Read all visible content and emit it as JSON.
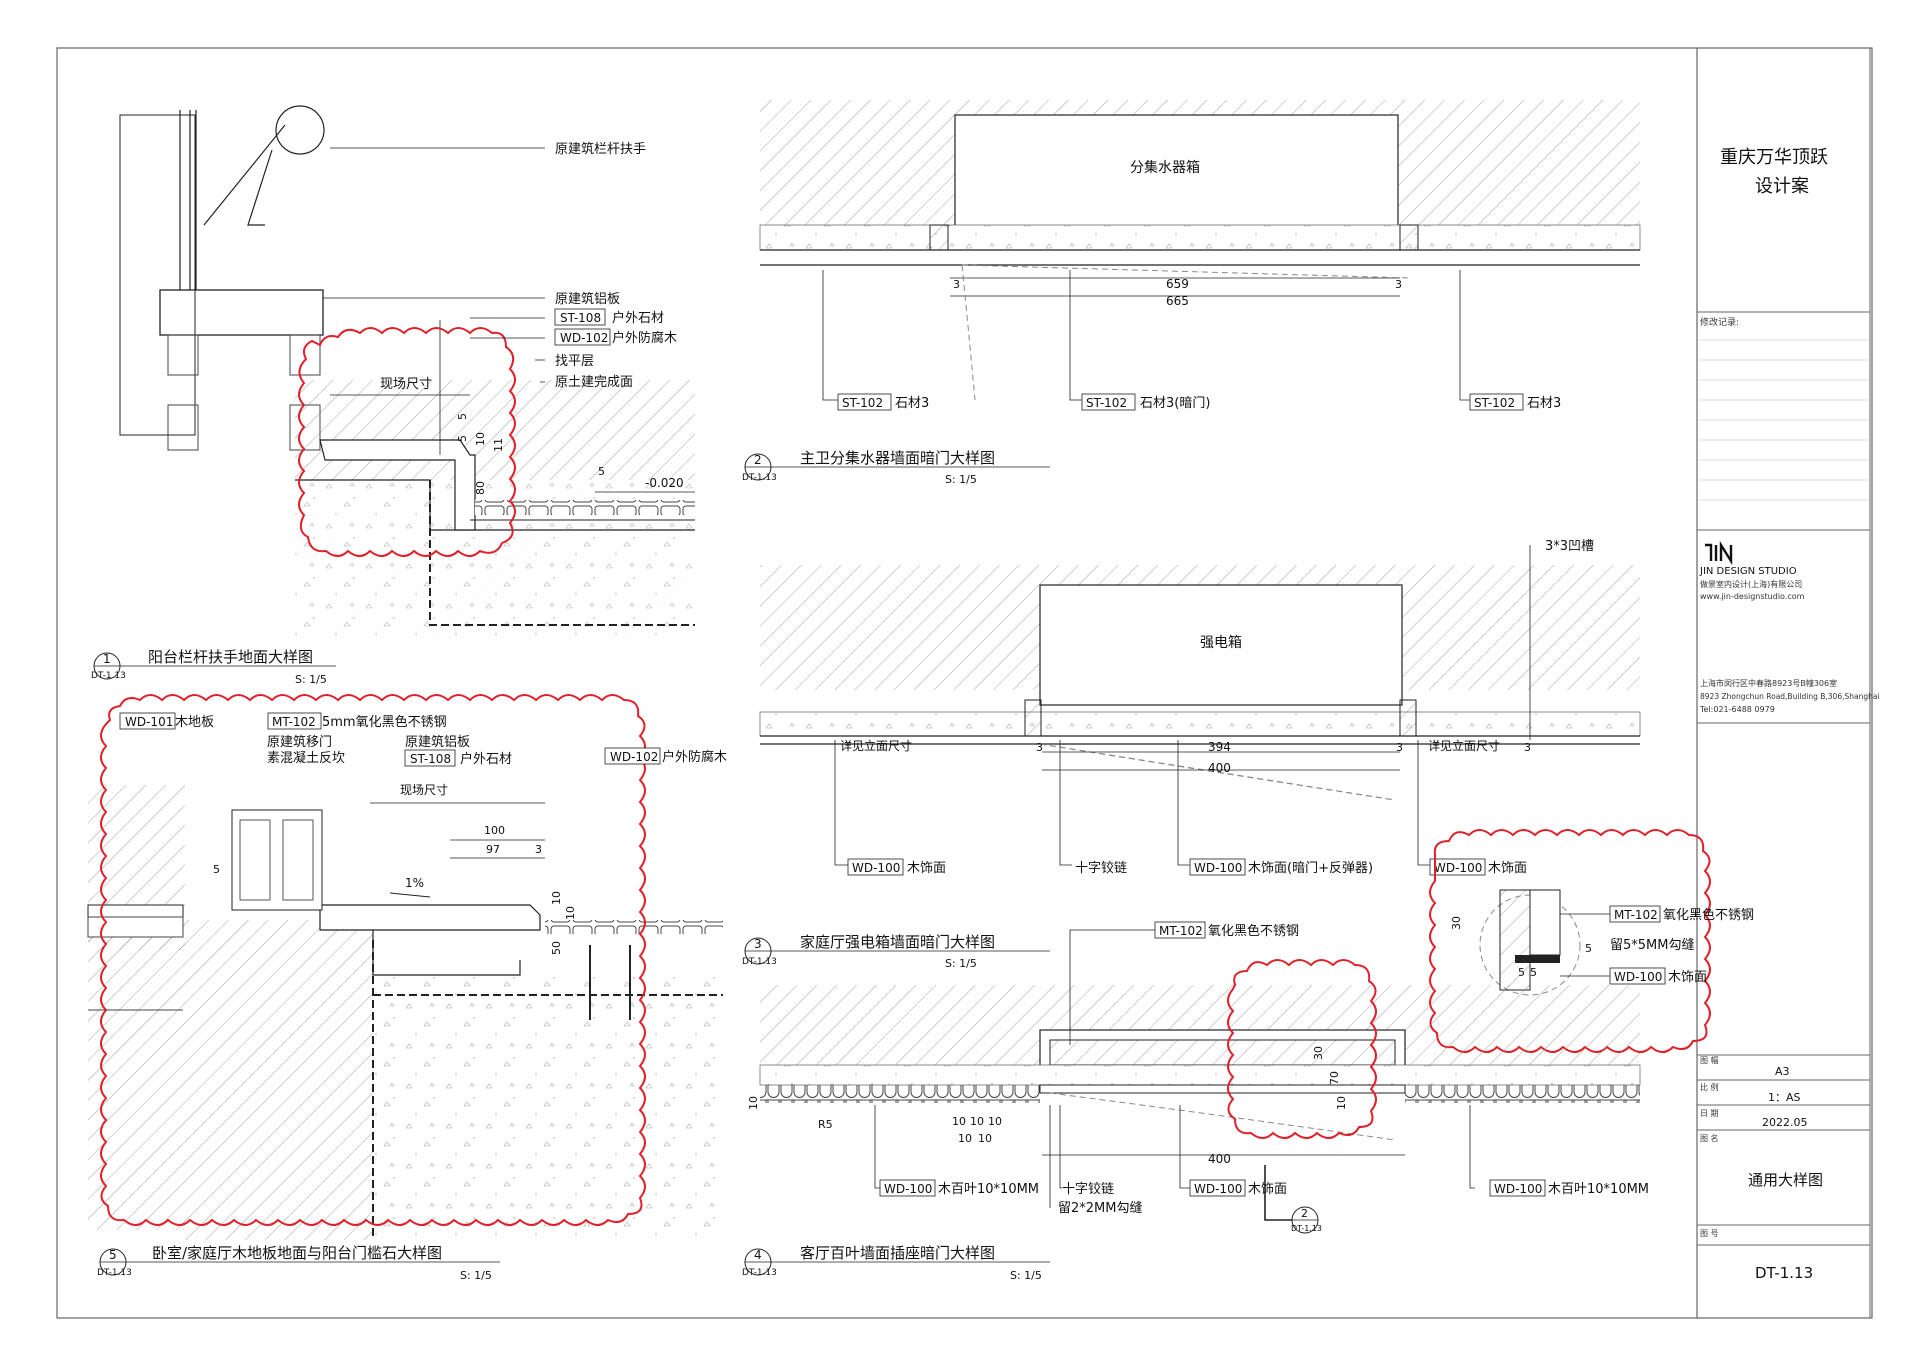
{
  "title_block": {
    "project_line1": "重庆万华顶跃",
    "project_line2": "设计案",
    "revision_label": "修改记录:",
    "studio_name": "JIN DESIGN STUDIO",
    "studio_cn": "做景室内设计(上海)有限公司",
    "studio_web": "www.jin-designstudio.com",
    "address_cn": "上海市闵行区中春路8923号B幢306室",
    "address_en": "8923 Zhongchun Road,Building B,306,Shanghai",
    "tel": "Tel:021-6488 0979",
    "size_label": "图 幅",
    "size_value": "A3",
    "scale_label": "比 例",
    "scale_value": "1：AS",
    "date_label": "日 期",
    "date_value": "2022.05",
    "name_label": "图 名",
    "name_value": "通用大样图",
    "number_label": "图 号",
    "number_value": "DT-1.13"
  },
  "details": {
    "d1": {
      "num": "1",
      "ref": "DT-1.13",
      "title": "阳台栏杆扶手地面大样图",
      "scale": "S: 1/5",
      "labels": [
        "原建筑栏杆扶手",
        "原建筑铝板",
        "户外石材",
        "户外防腐木",
        "找平层",
        "原土建完成面",
        "现场尺寸"
      ],
      "codes": [
        "ST-108",
        "WD-102"
      ],
      "dims": [
        "5",
        "10",
        "5",
        "11",
        "80",
        "5",
        "-0.020"
      ]
    },
    "d2": {
      "num": "2",
      "ref": "DT-1.13",
      "title": "主卫分集水器墙面暗门大样图",
      "scale": "S: 1/5",
      "box": "分集水器箱",
      "dims": [
        "3",
        "659",
        "3",
        "665"
      ],
      "codes": [
        "ST-102",
        "ST-102",
        "ST-102"
      ],
      "labels": [
        "石材3",
        "石材3(暗门)",
        "石材3"
      ]
    },
    "d3": {
      "num": "3",
      "ref": "DT-1.13",
      "title": "家庭厅强电箱墙面暗门大样图",
      "scale": "S: 1/5",
      "box": "强电箱",
      "groove": "3*3凹槽",
      "dims": [
        "3",
        "394",
        "3",
        "400",
        "3"
      ],
      "labels": [
        "详见立面尺寸",
        "详见立面尺寸",
        "木饰面",
        "十字铰链",
        "木饰面(暗门+反弹器)",
        "木饰面"
      ],
      "codes": [
        "WD-100",
        "WD-100",
        "WD-100"
      ]
    },
    "d3b": {
      "codes": [
        "MT-102",
        "WD-100"
      ],
      "labels": [
        "氧化黑色不锈钢",
        "留5*5MM勾缝",
        "木饰面"
      ],
      "dims": [
        "30",
        "5",
        "5",
        "5"
      ]
    },
    "d4": {
      "num": "4",
      "ref": "DT-1.13",
      "title": "客厅百叶墙面插座暗门大样图",
      "scale": "S: 1/5",
      "codes": [
        "MT-102",
        "WD-100",
        "WD-100",
        "WD-100"
      ],
      "labels": [
        "氧化黑色不锈钢",
        "木百叶10*10MM",
        "十字铰链",
        "木饰面",
        "留2*2MM勾缝",
        "木百叶10*10MM"
      ],
      "dims": [
        "30",
        "70",
        "10",
        "R5",
        "10",
        "10",
        "10",
        "10",
        "10",
        "400",
        "10"
      ],
      "callout_num": "2",
      "callout_ref": "DT-1.13"
    },
    "d5": {
      "num": "5",
      "ref": "DT-1.13",
      "title": "卧室/家庭厅木地板地面与阳台门槛石大样图",
      "scale": "S: 1/5",
      "codes": [
        "WD-101",
        "MT-102",
        "ST-108",
        "WD-102"
      ],
      "labels": [
        "木地板",
        "5mm氧化黑色不锈钢",
        "原建筑移门",
        "素混凝土反坎",
        "原建筑铝板",
        "户外石材",
        "户外防腐木",
        "现场尺寸"
      ],
      "dims": [
        "100",
        "97",
        "3",
        "1%",
        "5",
        "10",
        "10",
        "50"
      ]
    }
  },
  "colors": {
    "line": "#222222",
    "cloud": "#e0202a",
    "hatch": "#777777"
  }
}
